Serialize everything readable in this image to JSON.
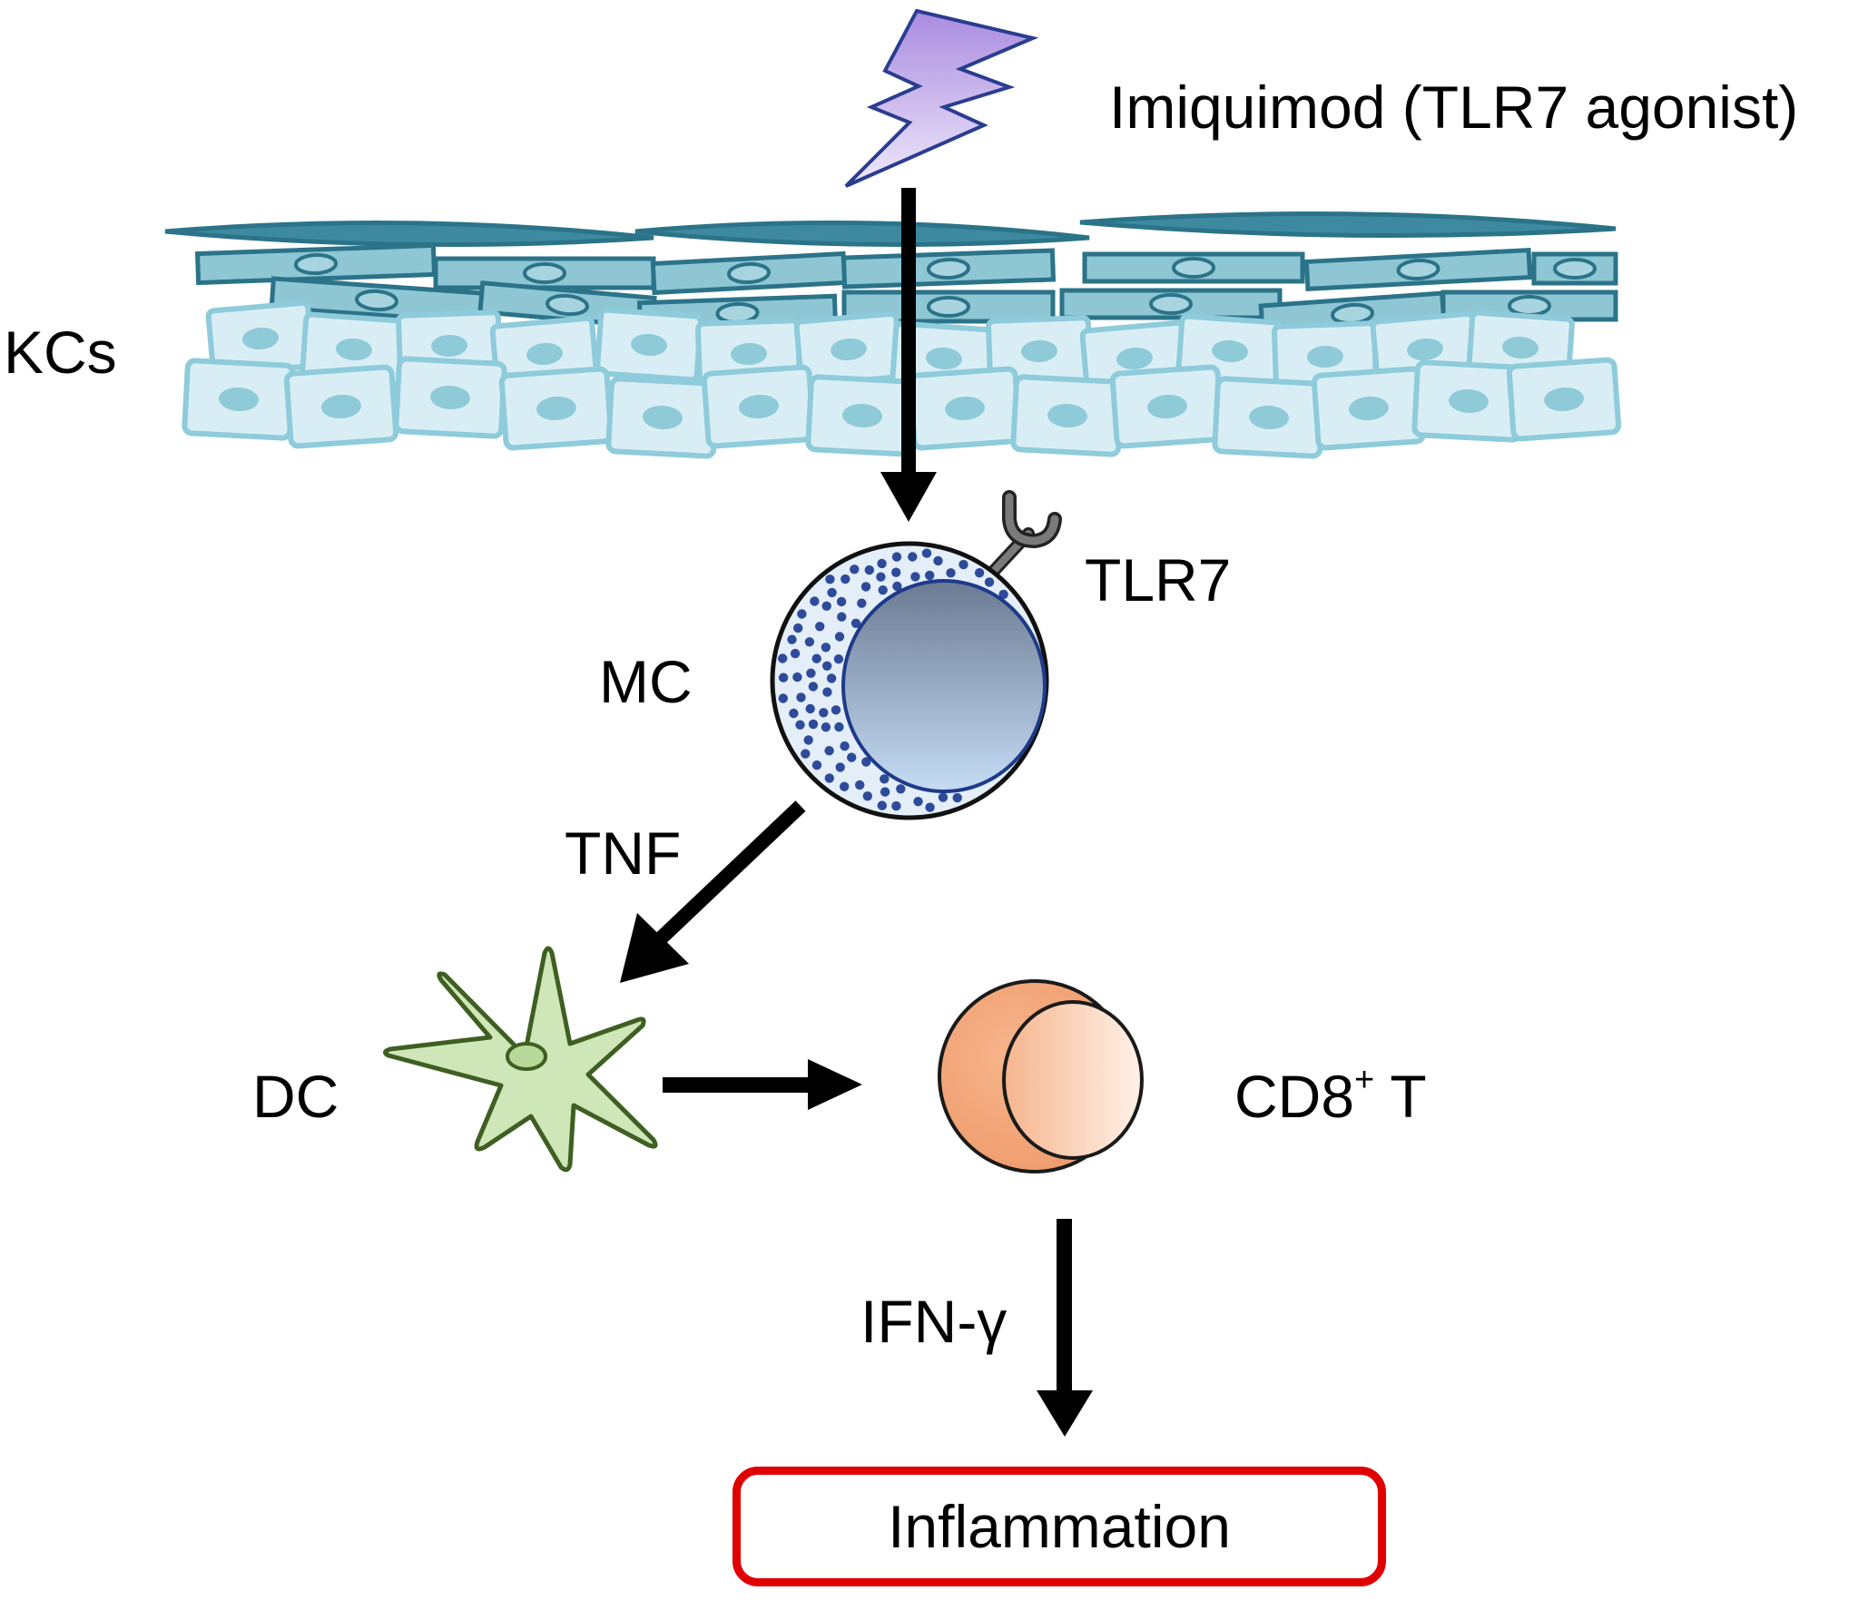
{
  "labels": {
    "stimulus": "Imiquimod (TLR7 agonist)",
    "skin_layer": "KCs",
    "receptor": "TLR7",
    "mast_cell": "MC",
    "mediator_1": "TNF",
    "dendritic_cell": "DC",
    "t_cell_main": "CD8",
    "t_cell_sup": "+",
    "t_cell_suffix": " T",
    "mediator_2": "IFN-γ",
    "outcome": "Inflammation"
  },
  "colors": {
    "lightning_fill": "#c9b3ea",
    "lightning_stroke": "#2a3d8f",
    "kc_upper_fill": "#8ec6d4",
    "kc_upper_stroke": "#2b7388",
    "kc_lower_fill": "#d9eef4",
    "kc_lower_stroke": "#8ecbdb",
    "mc_granule": "#2e4b9a",
    "mc_nucleus": "#8fa9d6",
    "dc_fill": "#cfe6b8",
    "dc_stroke": "#3f5f22",
    "tcell_fill": "#f2a77d",
    "tcell_nucleus": "#fde4d6",
    "outcome_border": "#e00000",
    "arrow": "#000000"
  },
  "icons": [
    "lightning-bolt-icon",
    "keratinocyte-layer",
    "mast-cell-icon",
    "tlr7-receptor-icon",
    "dendritic-cell-icon",
    "t-cell-icon"
  ]
}
